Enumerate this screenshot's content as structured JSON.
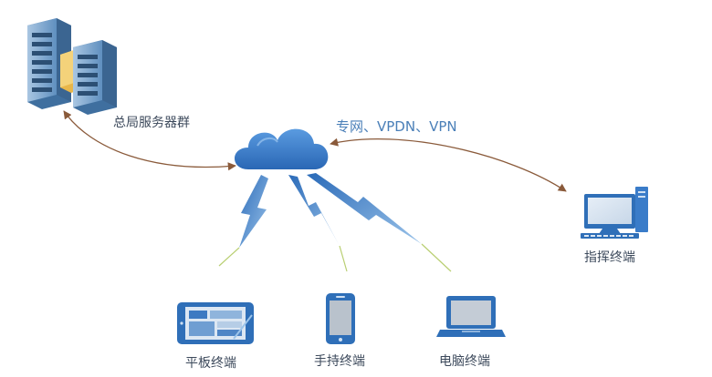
{
  "labels": {
    "server_group": "总局服务器群",
    "network": "专网、VPDN、VPN",
    "command_terminal": "指挥终端",
    "tablet_terminal": "平板终端",
    "handheld_terminal": "手持终端",
    "pc_terminal": "电脑终端"
  },
  "colors": {
    "link_arrow": "#8a5a3a",
    "cloud": "#3a7cc9",
    "lightning": "#3576c6",
    "device": "#2f6fb8",
    "server": "#4e7fb0",
    "label_text": "#3d4a5c",
    "network_text": "#4a7fb8"
  },
  "icons": [
    "server-rack-icon",
    "cloud-icon",
    "lightning-icon",
    "desktop-computer-icon",
    "tablet-icon",
    "smartphone-icon",
    "laptop-icon"
  ]
}
